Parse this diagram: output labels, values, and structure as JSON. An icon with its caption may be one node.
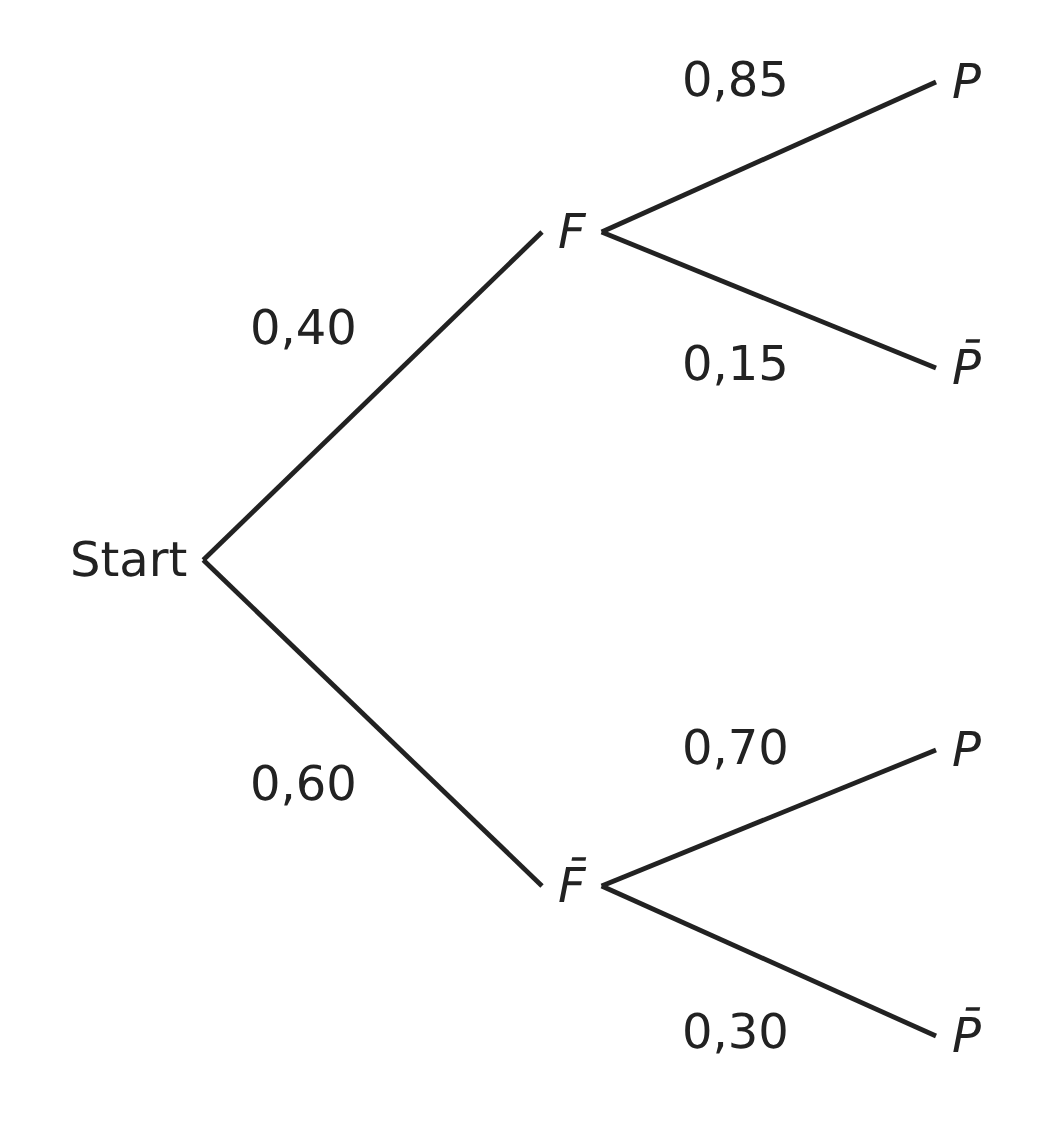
{
  "diagram": {
    "nodes": [
      {
        "text": [
          "Start"
        ]
      },
      {
        "text": [
          "F"
        ]
      },
      {
        "text": [
          "F̄"
        ]
      },
      {
        "text": [
          "P"
        ]
      },
      {
        "text": [
          "P̄"
        ]
      },
      {
        "text": [
          "P"
        ]
      },
      {
        "text": [
          "P̄"
        ]
      }
    ],
    "edges": [
      {
        "from": 0,
        "to": 1,
        "arrow": "none",
        "label": "0,40"
      },
      {
        "from": 0,
        "to": 2,
        "arrow": "none",
        "label": "0,60"
      },
      {
        "from": 1,
        "to": 3,
        "arrow": "none",
        "label": "0,85"
      },
      {
        "from": 1,
        "to": 4,
        "arrow": "none",
        "label": "0,15"
      },
      {
        "from": 2,
        "to": 5,
        "arrow": "none",
        "label": "0,70"
      },
      {
        "from": 2,
        "to": 6,
        "arrow": "none",
        "label": "0,30"
      }
    ]
  }
}
